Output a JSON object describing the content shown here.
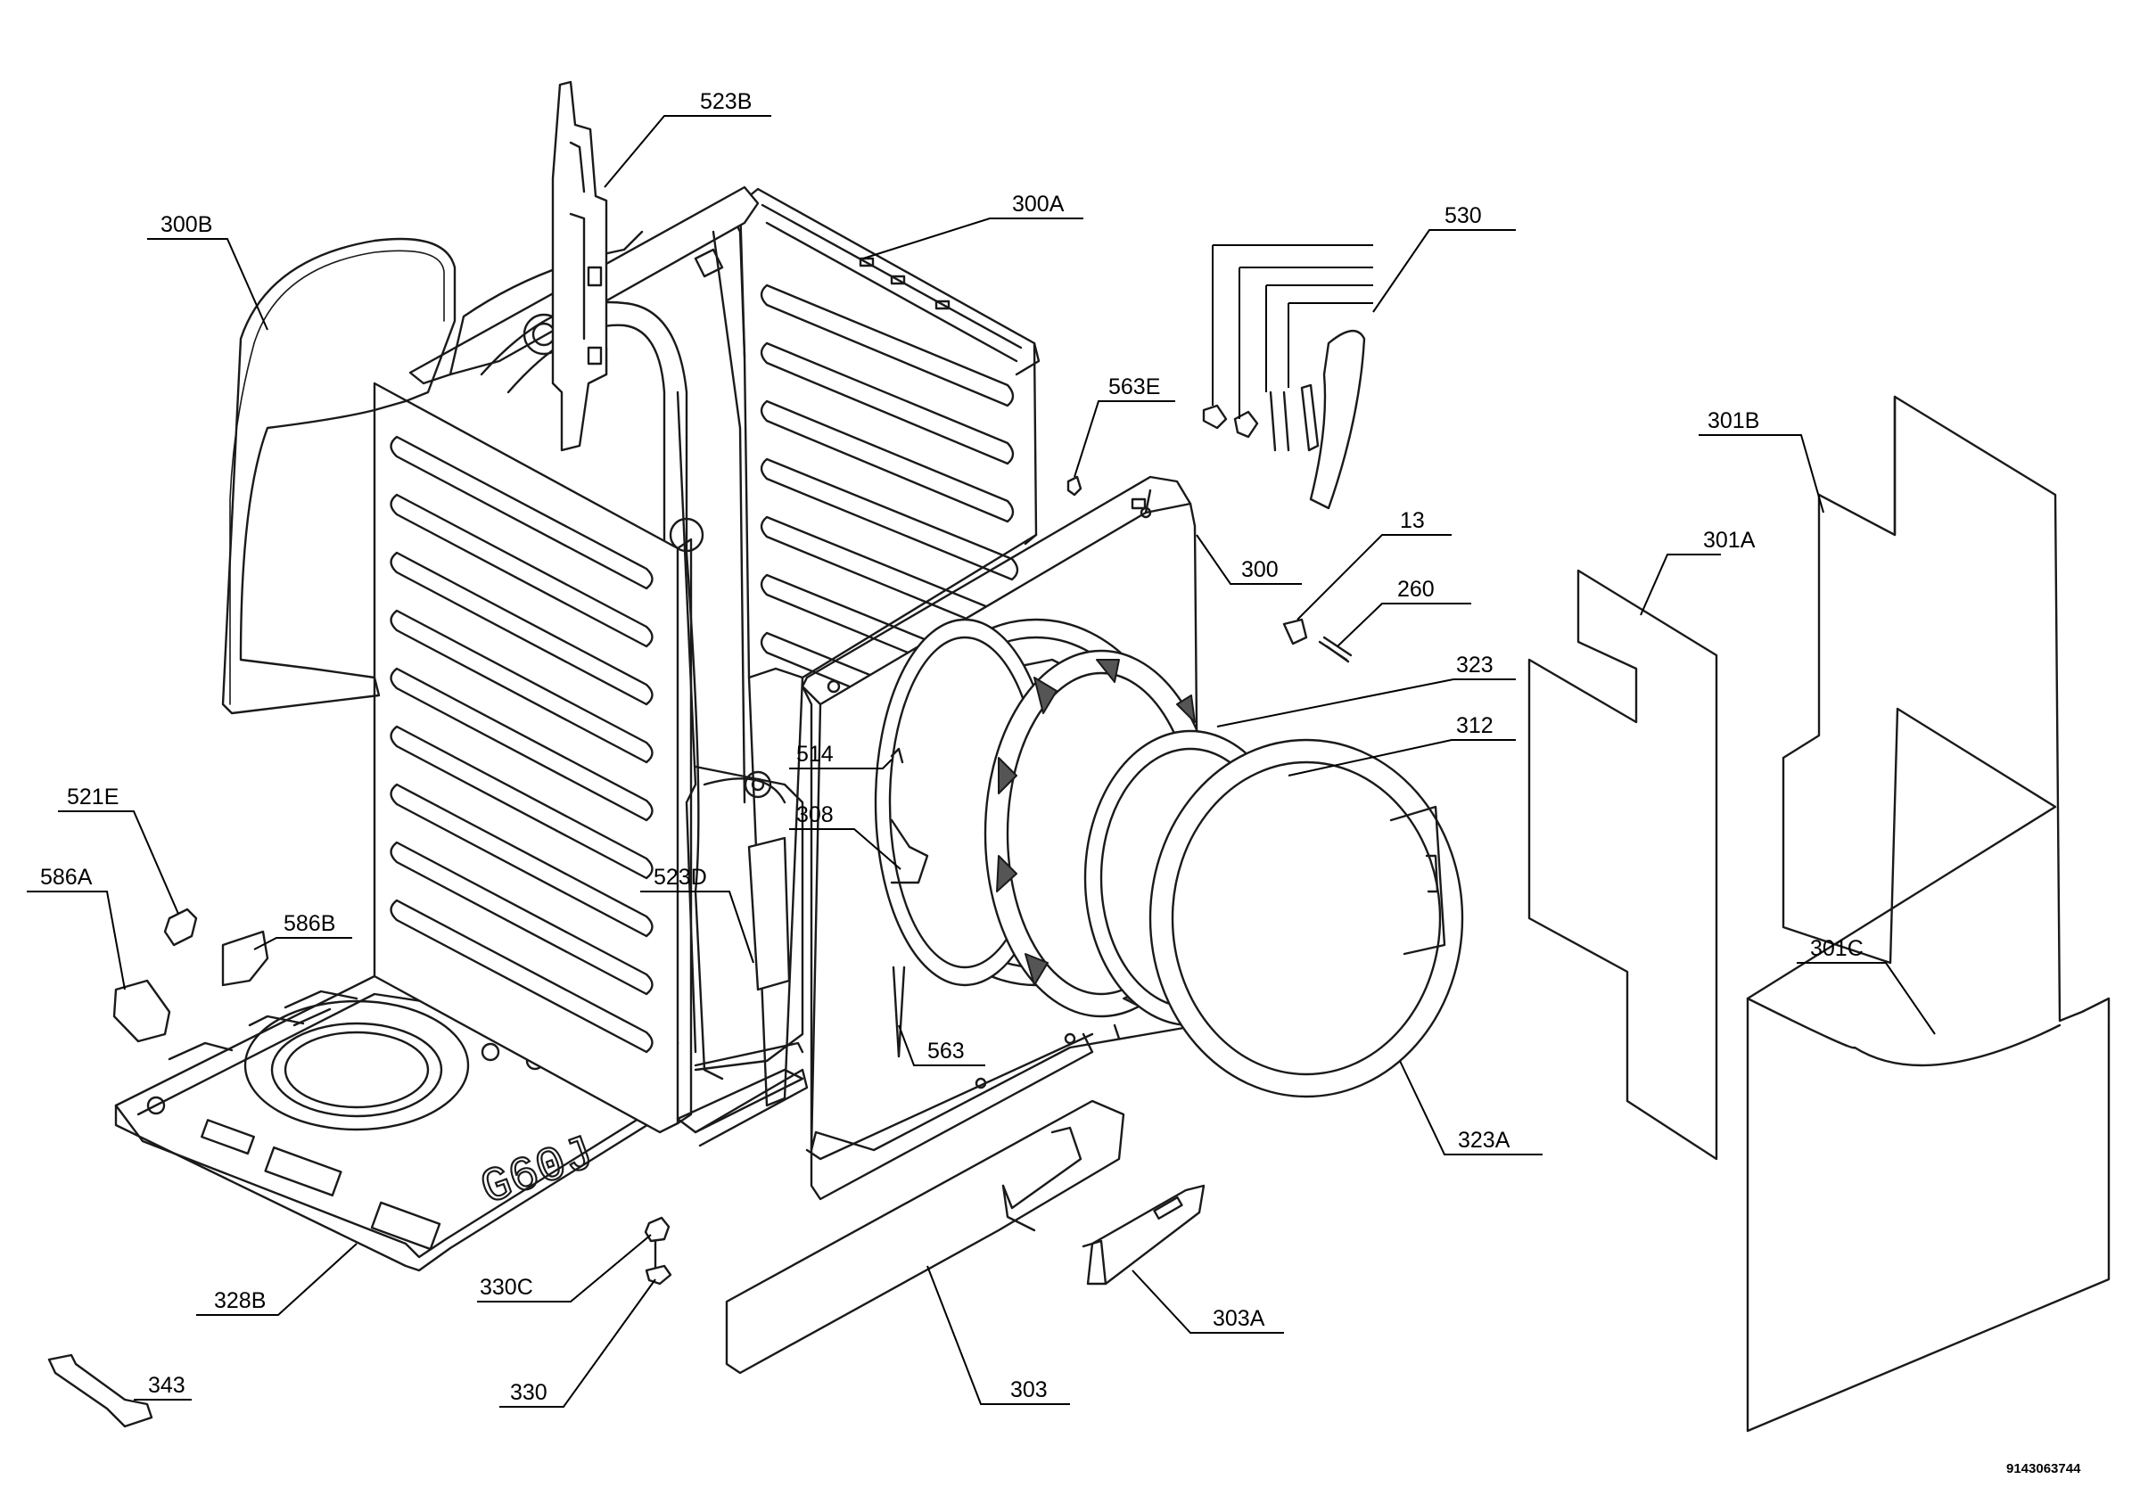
{
  "diagram": {
    "document_number": "9143063744",
    "cabinet_stamp": "G60J",
    "callouts": [
      {
        "label": "523B"
      },
      {
        "label": "300A"
      },
      {
        "label": "300B"
      },
      {
        "label": "530"
      },
      {
        "label": "563E"
      },
      {
        "label": "300"
      },
      {
        "label": "13"
      },
      {
        "label": "260"
      },
      {
        "label": "323"
      },
      {
        "label": "312"
      },
      {
        "label": "514"
      },
      {
        "label": "308"
      },
      {
        "label": "523D"
      },
      {
        "label": "521E"
      },
      {
        "label": "586A"
      },
      {
        "label": "586B"
      },
      {
        "label": "563"
      },
      {
        "label": "323A"
      },
      {
        "label": "301B"
      },
      {
        "label": "301A"
      },
      {
        "label": "301C"
      },
      {
        "label": "328B"
      },
      {
        "label": "330C"
      },
      {
        "label": "330"
      },
      {
        "label": "343"
      },
      {
        "label": "303"
      },
      {
        "label": "303A"
      }
    ]
  }
}
